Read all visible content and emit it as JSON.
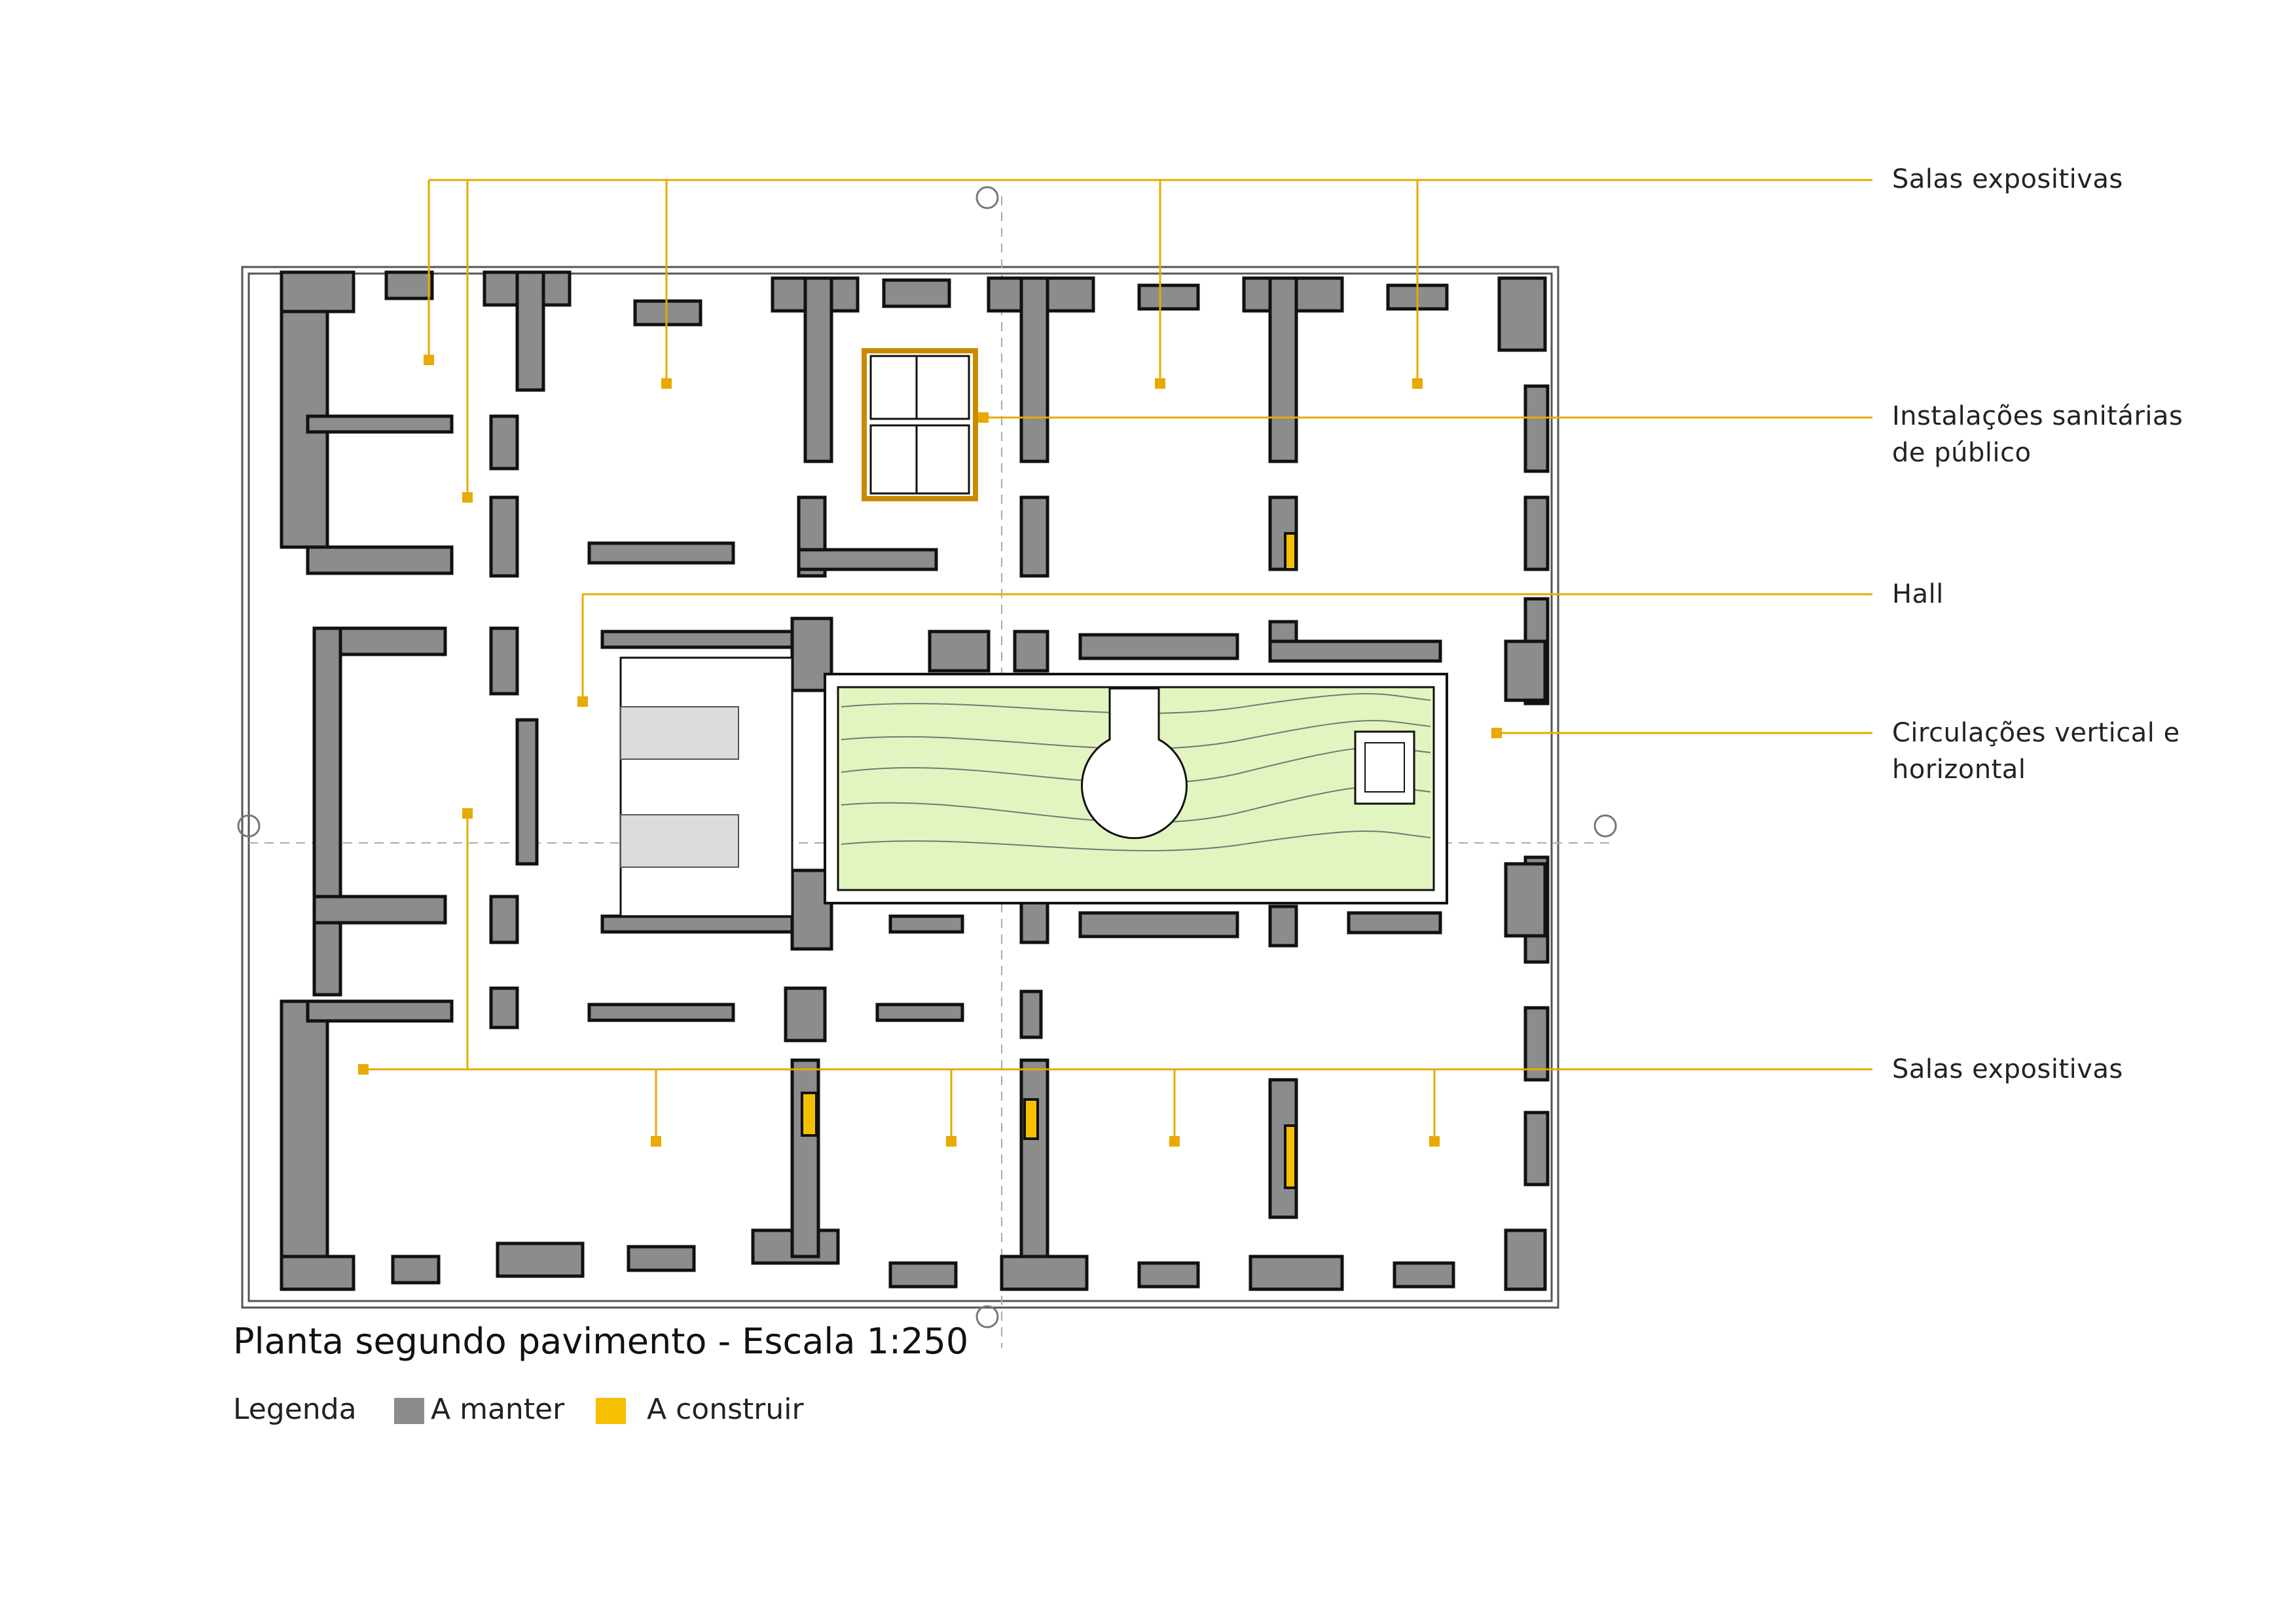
{
  "title": "Planta segundo pavimento - Escala 1:250",
  "legend": {
    "heading": "Legenda",
    "items": [
      {
        "label": "A manter",
        "color": "#8c8c8c"
      },
      {
        "label": "A construir",
        "color": "#f5c000"
      }
    ]
  },
  "callouts": [
    {
      "id": "exhibition-rooms-top",
      "lines": [
        "Salas expositivas"
      ]
    },
    {
      "id": "public-restrooms",
      "lines": [
        "Instalações sanitárias",
        "de público"
      ]
    },
    {
      "id": "hall",
      "lines": [
        "Hall"
      ]
    },
    {
      "id": "circulation",
      "lines": [
        "Circulações vertical e",
        "horizontal"
      ]
    },
    {
      "id": "exhibition-rooms-bottom",
      "lines": [
        "Salas expositivas"
      ]
    }
  ],
  "colors": {
    "existing_wall": "#8c8c8c",
    "new_construction": "#f5c000",
    "leader_line": "#e8a900",
    "courtyard": "#e2f5c0",
    "stair": "#dcdcdc"
  }
}
